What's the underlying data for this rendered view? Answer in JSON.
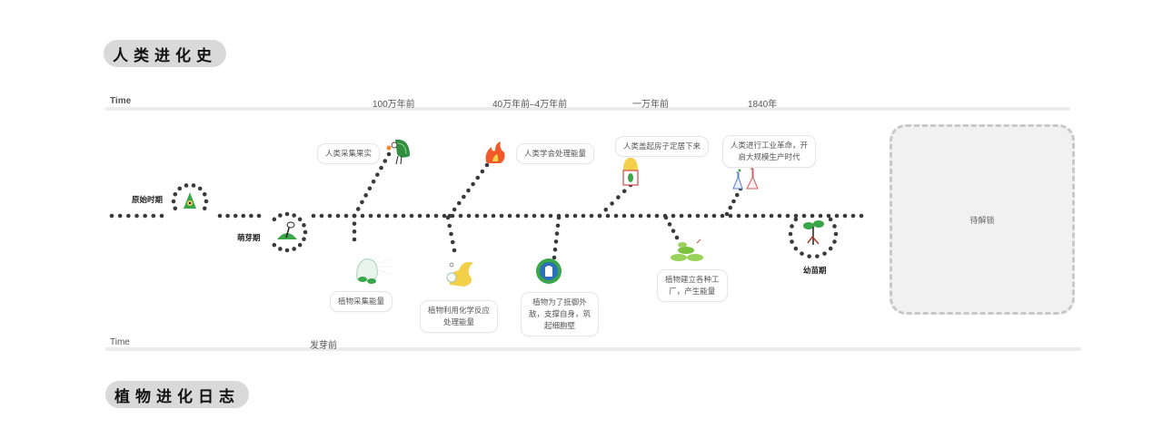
{
  "titles": {
    "human": "人类进化史",
    "plant": "植物进化日志"
  },
  "top_axis": {
    "label": "Time",
    "ticks": [
      "100万年前",
      "40万年前–4万年前",
      "一万年前",
      "1840年"
    ]
  },
  "bottom_axis": {
    "label": "Time",
    "ticks": [
      "发芽前"
    ]
  },
  "stages": {
    "primitive": "原始时期",
    "sprout": "萌芽期",
    "seedling": "幼苗期"
  },
  "human_events": [
    {
      "text": "人类采集果实",
      "icon": "peacock-bird-icon"
    },
    {
      "text": "人类学会处理能量",
      "icon": "fire-icon"
    },
    {
      "text": "人类盖起房子定居下来",
      "icon": "house-icon"
    },
    {
      "text": "人类进行工业革命，开启大规模生产时代",
      "line1": "人类进行工业革命，开",
      "line2": "启大规模生产时代",
      "icon": "flask-icon"
    }
  ],
  "plant_events": [
    {
      "text": "植物采集能量",
      "icon": "plant-gathering-icon"
    },
    {
      "text": "植物利用化学反应处理能量",
      "line1": "植物利用化学反应",
      "line2": "处理能量",
      "icon": "chemical-reaction-icon"
    },
    {
      "text": "植物为了抵御外敌，支撑自身，筑起细胞壁",
      "line1": "植物为了抵御外",
      "line2": "敌，支撑自身，筑",
      "line3": "起细胞壁",
      "icon": "cell-wall-icon"
    },
    {
      "text": "植物建立各种工厂，产生能量",
      "line1": "植物建立各种工",
      "line2": "厂，产生能量",
      "icon": "leaf-factory-icon"
    }
  ],
  "locked": {
    "label": "待解锁"
  },
  "colors": {
    "dot": "#3a3a3a",
    "axis": "#ececec",
    "plant_green": "#3aa64a",
    "fire": "#f05a28",
    "yellow": "#f2d04a",
    "blue": "#2d6fb8"
  }
}
